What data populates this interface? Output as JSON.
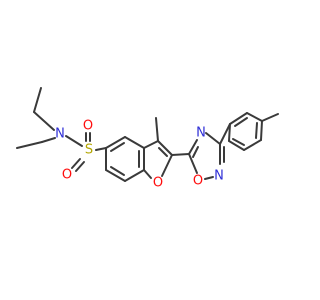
{
  "molecule": {
    "colors": {
      "bond": "#3a3a3a",
      "nitrogen": "#2f2fd6",
      "oxygen": "#ff0d0d",
      "sulfur": "#b3a600"
    },
    "atoms": {
      "n_sulfonamide": "N",
      "s_sulfonyl": "S",
      "o_sulfonyl_top": "O",
      "o_sulfonyl_bottom": "O",
      "o_furan": "O",
      "n_oxadiazole_4": "N",
      "n_oxadiazole_2": "N",
      "o_oxadiazole": "O"
    }
  }
}
